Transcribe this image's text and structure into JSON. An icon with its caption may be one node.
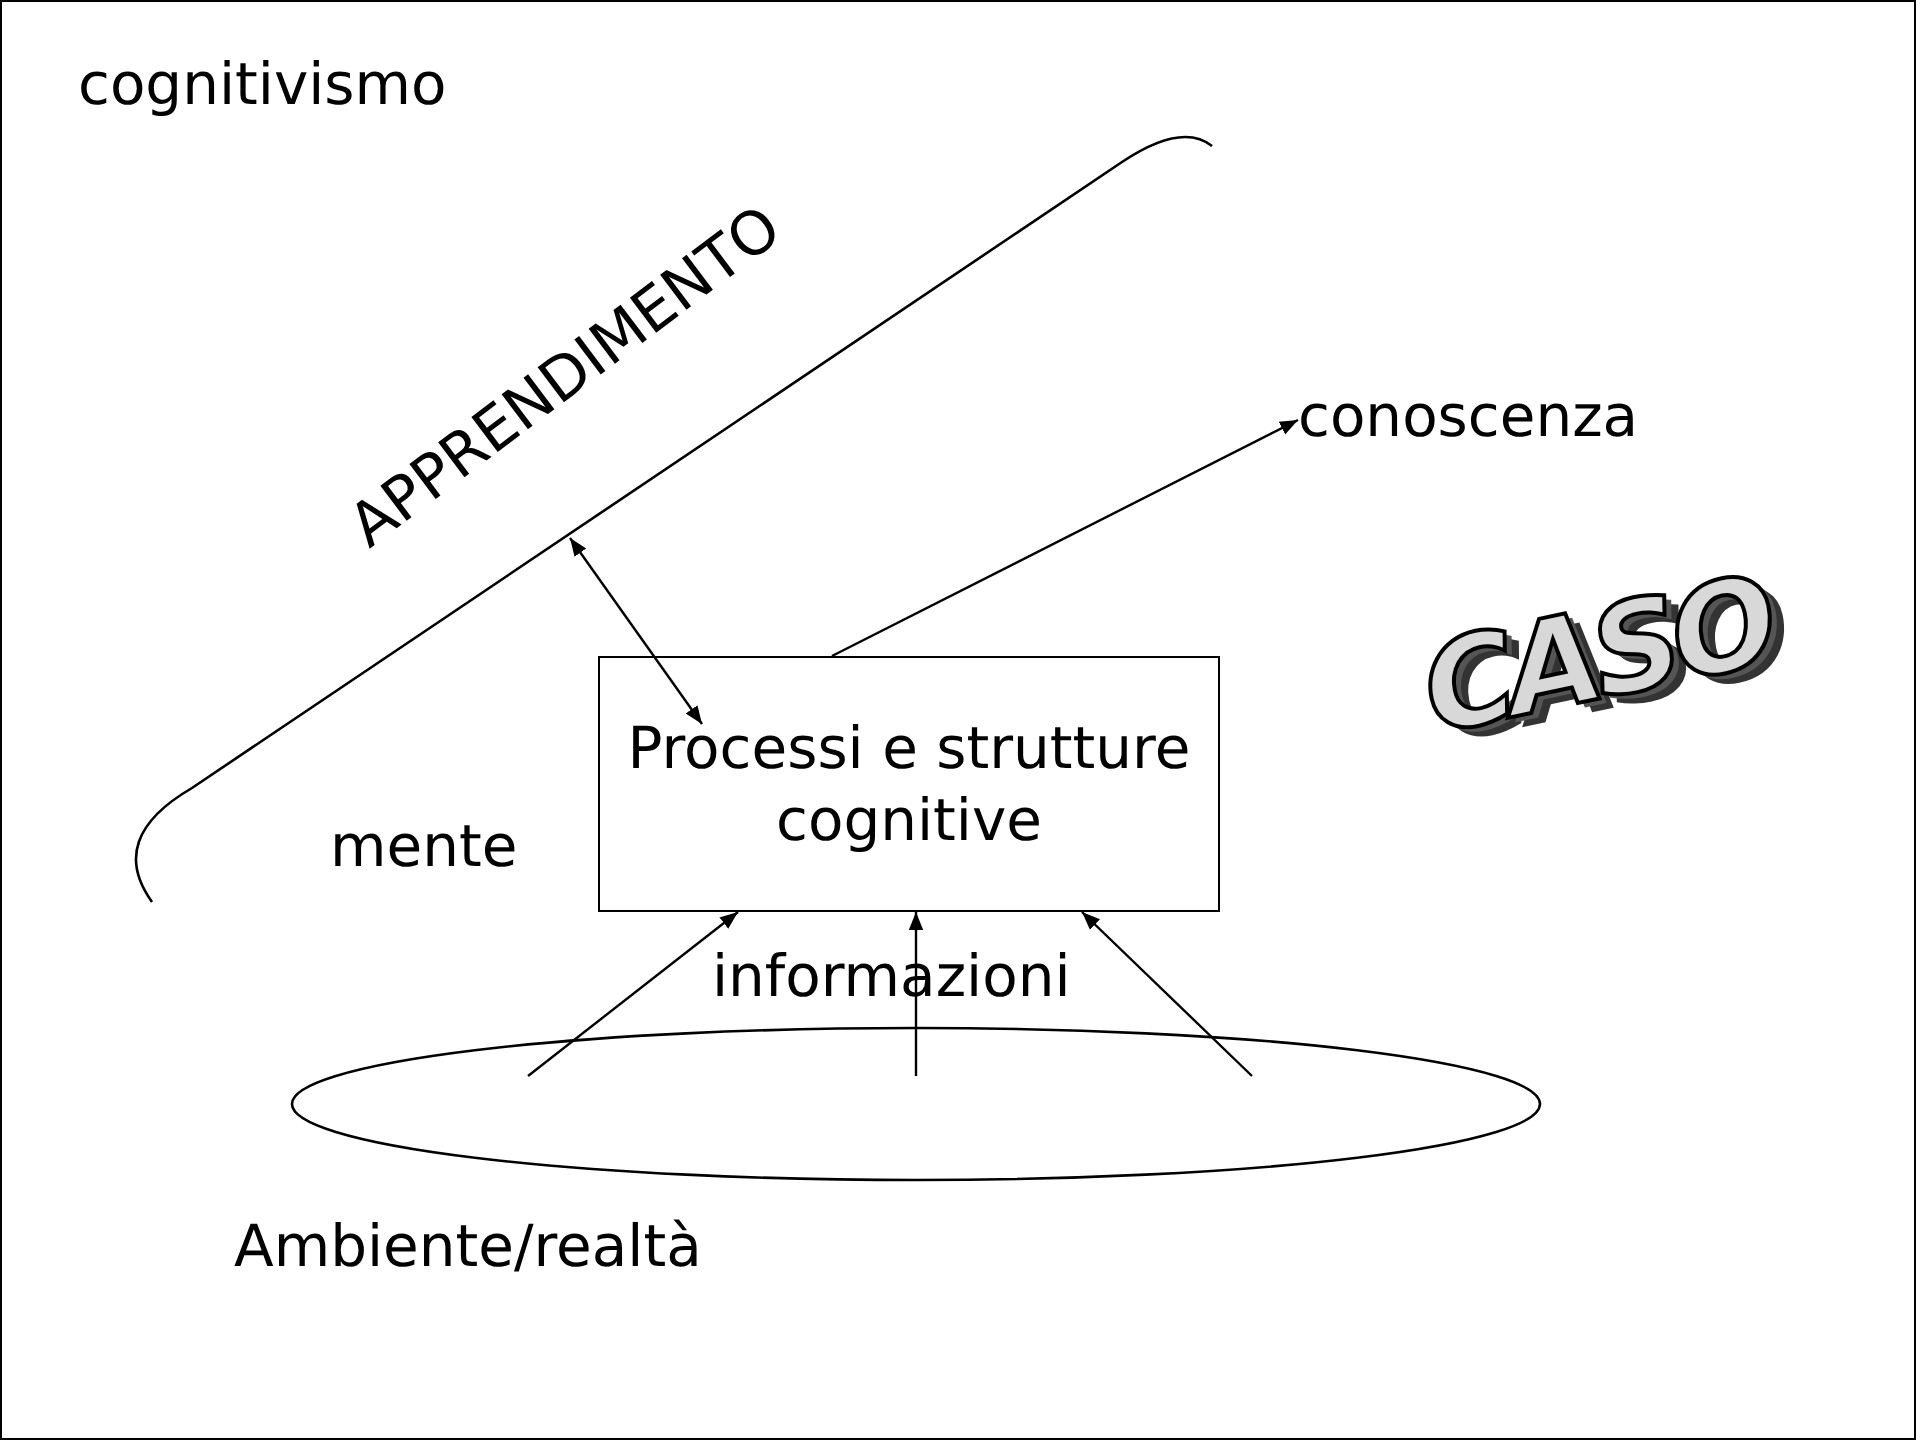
{
  "diagram": {
    "title": "cognitivismo",
    "nodes": [
      {
        "text": [
          "APPRENDIMENTO"
        ]
      },
      {
        "text": [
          "Processi e strutture cognitive"
        ]
      },
      {
        "text": [
          "conoscenza"
        ]
      },
      {
        "text": [
          "Ambiente/realtà"
        ]
      }
    ],
    "edges": [
      {
        "from": 0,
        "to": 1,
        "arrow": "both"
      },
      {
        "from": 1,
        "to": 2,
        "arrow": "to"
      },
      {
        "from": 3,
        "to": 1,
        "arrow": "to"
      },
      {
        "from": 3,
        "to": 1,
        "arrow": "to"
      },
      {
        "from": 3,
        "to": 1,
        "arrow": "to"
      }
    ],
    "labels": [
      "mente",
      "informazioni",
      "CASO"
    ]
  }
}
